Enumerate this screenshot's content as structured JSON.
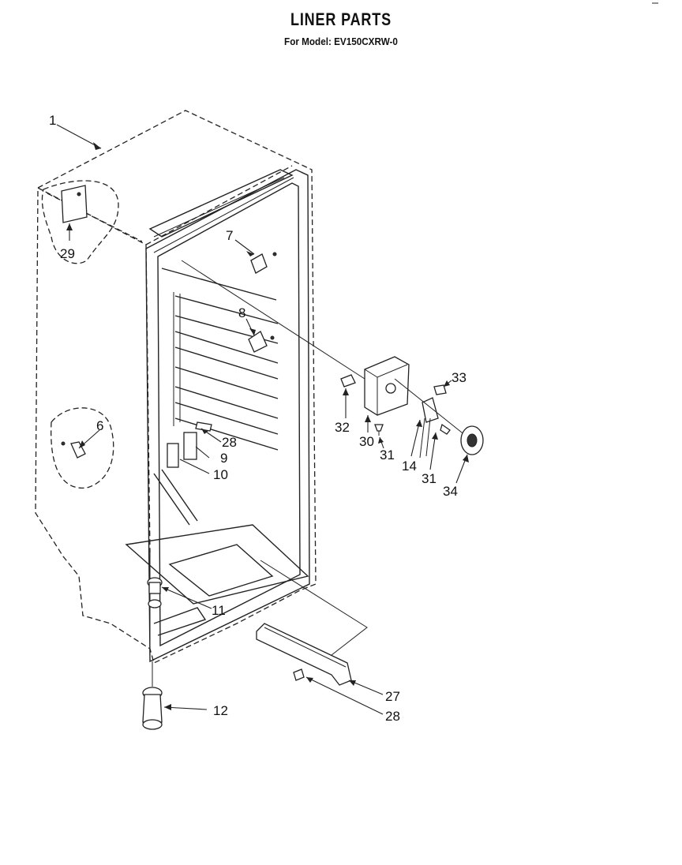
{
  "title": "LINER PARTS",
  "subtitle": "For Model: EV150CXRW-0",
  "callouts": {
    "c1": "1",
    "c6": "6",
    "c7": "7",
    "c8": "8",
    "c9": "9",
    "c10": "10",
    "c11": "11",
    "c12": "12",
    "c14": "14",
    "c27": "27",
    "c28a": "28",
    "c28b": "28",
    "c29": "29",
    "c30": "30",
    "c31a": "31",
    "c31b": "31",
    "c32": "32",
    "c33": "33",
    "c34": "34"
  }
}
